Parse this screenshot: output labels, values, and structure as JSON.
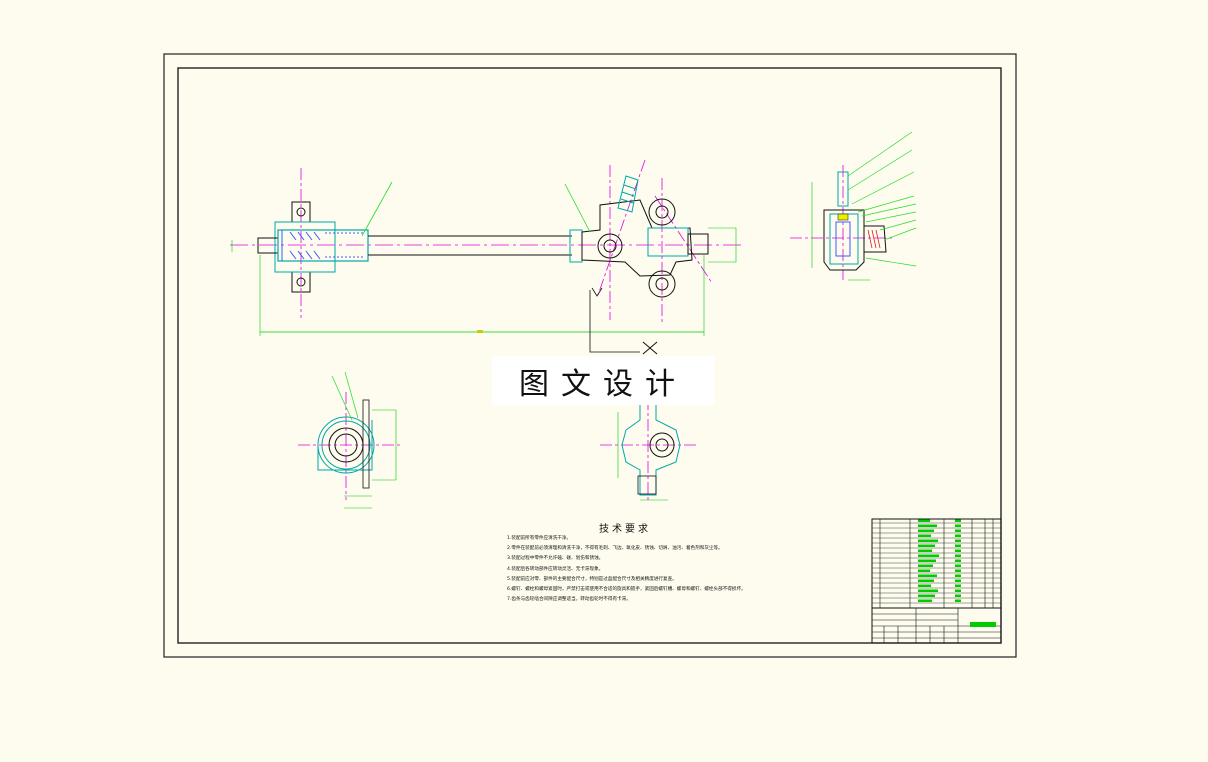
{
  "technical_requirements": {
    "title": "技术要求",
    "notes": [
      "1.装配前所有零件应清洗干净。",
      "2.零件在装配前必须清理和清洗干净，不得有毛刺、飞边、氧化皮、锈蚀、切屑、油污、着色剂和灰尘等。",
      "3.装配过程中零件不允许磕、碰、划伤和锈蚀。",
      "4.装配后各转动部件应转动灵活、无卡滞现象。",
      "5.装配前应对零、部件的主要配合尺寸，特别是过盈配合尺寸及相关精度进行复查。",
      "6.螺钉、螺栓和螺母紧固时，严禁打击或使用不合适的旋具和扳手，紧固后螺钉槽、螺母和螺钉、螺栓头部不得损坏。",
      "7.齿条与齿轮啮合间隙应调整适当，转动齿轮时不得有卡滞。"
    ]
  },
  "watermark": "图文设计",
  "colors": {
    "background": "#fdfcef",
    "outline": "#111111",
    "centerline": "#e000e0",
    "dimension": "#00cc00",
    "section": "#00a8a8",
    "hatch": "#3a5cff",
    "callout": "#22dd22"
  }
}
